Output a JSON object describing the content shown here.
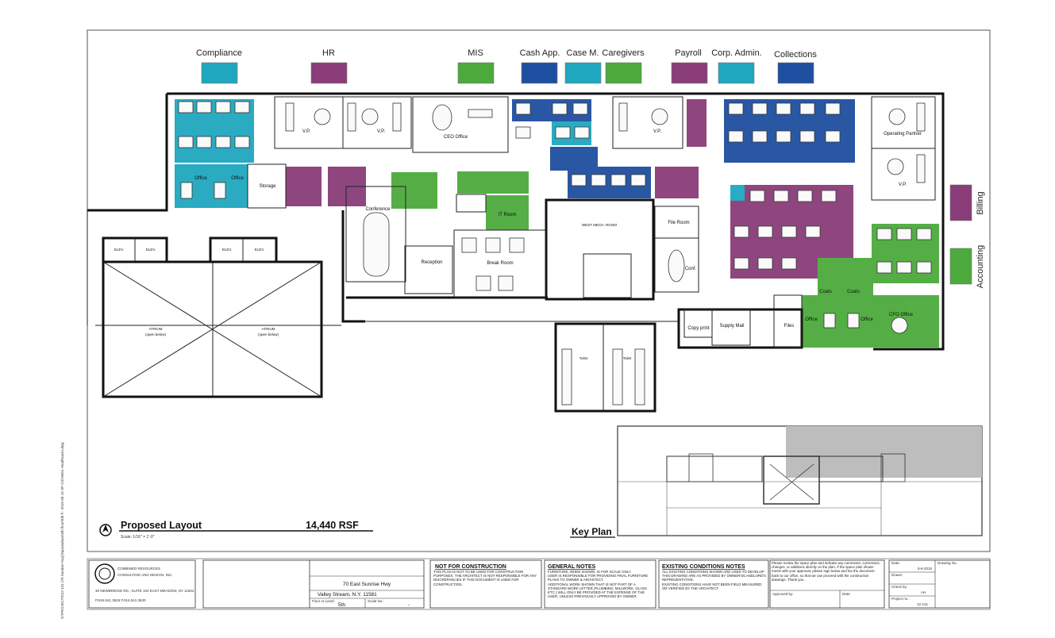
{
  "legend": [
    {
      "label": "Compliance",
      "color": "#1fa7bf"
    },
    {
      "label": "HR",
      "color": "#8a3d78"
    },
    {
      "label": "MIS",
      "color": "#4caa3c"
    },
    {
      "label": "Cash App.",
      "color": "#1f4fa0"
    },
    {
      "label": "Case M.",
      "color": "#1fa7bf"
    },
    {
      "label": "Caregivers",
      "color": "#4caa3c"
    },
    {
      "label": "Payroll",
      "color": "#8a3d78"
    },
    {
      "label": "Corp. Admin.",
      "color": "#1fa7bf"
    },
    {
      "label": "Collections",
      "color": "#1f4fa0"
    }
  ],
  "side_legend": [
    {
      "label": "Billing",
      "color": "#8a3d78"
    },
    {
      "label": "Accounting",
      "color": "#4caa3c"
    }
  ],
  "rooms": {
    "vp1": "V.P.",
    "vp2": "V.P.",
    "ceo": "CEO Office",
    "vp3": "V.P.",
    "operating": "Operating Partner",
    "vp4": "V.P.",
    "storage": "Storage",
    "office1": "Office",
    "office2": "Office",
    "conference": "Conference",
    "reception": "Reception",
    "it": "IT Room",
    "breakroom": "Break Room",
    "westmech": "WEST MECH. ROOM",
    "fileroom": "File Room",
    "conf": "Conf.",
    "copy": "Copy print",
    "supply": "Supply Mail",
    "files": "Files",
    "office3": "Office",
    "office4": "Office",
    "cfo": "CFO Office",
    "coats1": "Coats",
    "coats2": "Coats",
    "atrium1": "ATRIUM",
    "atrium2": "ATRIUM",
    "open_below": "(open below)",
    "elev": "ELEV.",
    "toilet": "Toilet"
  },
  "title": {
    "text": "Proposed Layout",
    "scale": "Scale: 1/16\" = 1'-0\"",
    "area": "14,440 RSF",
    "key_plan": "Key Plan"
  },
  "title_block": {
    "company_line1": "COMBINED RESOURCES",
    "company_line2": "CONSULTING AND DESIGN, INC.",
    "address": "30 NEWBRIDGE RD., SUITE 104 EAST MEADOW, NY 11554",
    "phone": "P.516.541.3626  F.516.541.3630",
    "project_street": "70 East Sunrise Hwy",
    "project_city": "Valley Stream, N.Y. 11581",
    "floor_label": "Floor or Level:",
    "floor": "5th",
    "scale_label": "Scale No.:",
    "scale_value": "-",
    "nfc_title": "NOT FOR CONSTRUCTION",
    "nfc_text": "THIS PLAN IS NOT TO BE USED FOR CONSTRUCTION PURPOSES. THE ARCHITECT IS NOT RESPONSIBLE FOR ANY DISCREPANCIES IF THIS DOCUMENT IS USED FOR CONSTRUCTION.",
    "gn_title": "GENERAL NOTES",
    "gn_1": "FURNITURE, WHEN SHOWN, IS FOR SCALE ONLY.",
    "gn_2": "USER IS RESPONSIBLE FOR PROVIDING FINAL FURNITURE PLANS TO OWNER & ARCHITECT.",
    "gn_3": "ADDITIONAL WORK SHOWN THAT IS NOT PART OF A STANDARD WORK LETTER (PLUMBING, MILLWORK, GLASS ETC.) WILL ONLY BE PROVIDED AT THE EXPENSE OF THE USER, UNLESS PREVIOUSLY APPROVED BY OWNER.",
    "ec_title": "EXISTING CONDITIONS NOTES",
    "ec_1": "ALL EXISTING CONDITIONS SHOWN ARE USED TO DEVELOP THIS DRAWING ARE AS PROVIDED BY OWNER'S/LANDLORD'S REPRESENTATIVE.",
    "ec_2": "EXISTING CONDITIONS HAVE NOT BEEN FIELD MEASURED OR VERIFIED BY THE ARCHITECT.",
    "review_text": "Please review the space plan and indicate any comments, corrections, changes, or additions directly on the plan. If the space plan shown meets with your approval, please sign below and fax the document back to our office, so that we can proceed with the construction drawings. Thank you.",
    "approved_label": "Approved by:",
    "date_label": "Date:",
    "date_field_label": "Date:",
    "date": "5-6-2015",
    "drawn_label": "Drawn:",
    "checked_label": "Check by:",
    "checked": "AH",
    "project_no_label": "Project no.:",
    "project_no": "12-131",
    "drawing_no_label": "Drawing No."
  },
  "side_path": "S:\\PROJECTS\\12-131 (70 Sunrise Hwy)\\Spaceplans\\5th floor\\5th fl - 2015-05-15 SP (All Metro Healthcare).dwg"
}
